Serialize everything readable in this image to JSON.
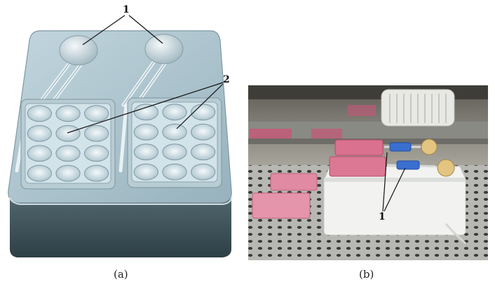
{
  "figure": {
    "panel_a": {
      "label": "(a)",
      "callouts": {
        "c1": "1",
        "c2": "2"
      }
    },
    "panel_b": {
      "label": "(b)",
      "callouts": {
        "c1": "1"
      }
    },
    "colors": {
      "device_top": "#a9c1cc",
      "device_side": "#40565f",
      "plate": "#cfe0e8",
      "incubator_box": "#f1f2f0",
      "plates_pink": "#d66a8a",
      "connector_blue": "#3a6fd0"
    }
  }
}
